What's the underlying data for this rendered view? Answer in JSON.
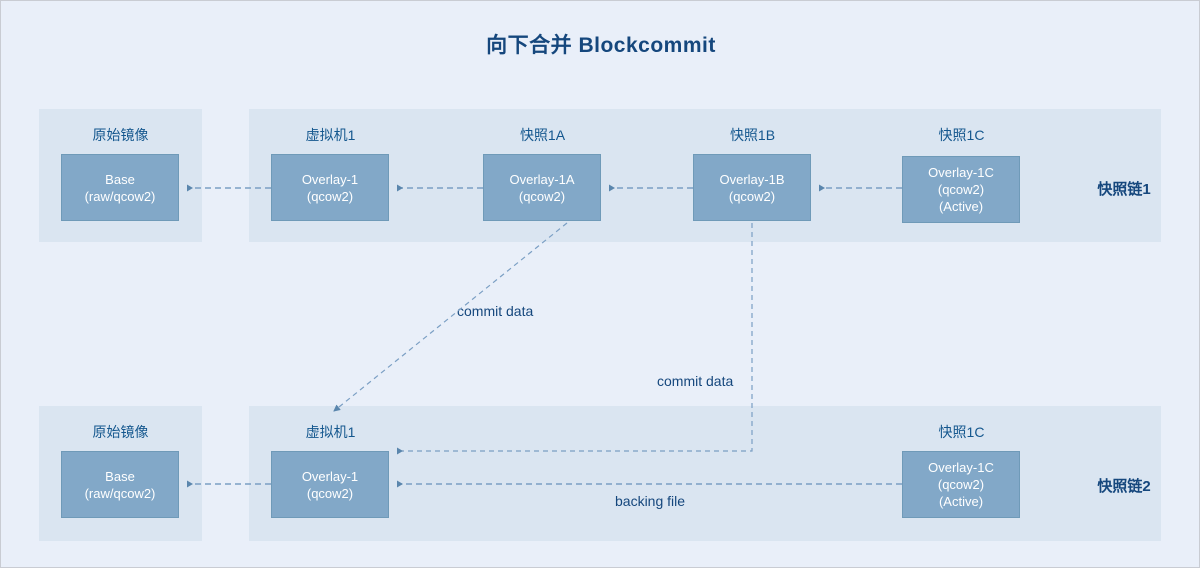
{
  "page": {
    "title": "向下合并 Blockcommit",
    "background_color": "#e9eff9",
    "panel_color": "#dae5f1",
    "node_color": "#82a8c8",
    "accent_color": "#15477d",
    "caption_color": "#14578e",
    "wire_color": "#7b9fc4"
  },
  "chain1": {
    "label": "快照链1",
    "groups": [
      {
        "caption": "原始镜像"
      },
      {
        "caption": "虚拟机1"
      },
      {
        "caption": "快照1A"
      },
      {
        "caption": "快照1B"
      },
      {
        "caption": "快照1C"
      }
    ],
    "nodes": [
      {
        "name": "base",
        "l1": "Base",
        "l2": "(raw/qcow2)",
        "l3": ""
      },
      {
        "name": "overlay1",
        "l1": "Overlay-1",
        "l2": "(qcow2)",
        "l3": ""
      },
      {
        "name": "overlay1a",
        "l1": "Overlay-1A",
        "l2": "(qcow2)",
        "l3": ""
      },
      {
        "name": "overlay1b",
        "l1": "Overlay-1B",
        "l2": "(qcow2)",
        "l3": ""
      },
      {
        "name": "overlay1c",
        "l1": "Overlay-1C",
        "l2": "(qcow2)",
        "l3": "(Active)"
      }
    ]
  },
  "chain2": {
    "label": "快照链2",
    "groups": [
      {
        "caption": "原始镜像"
      },
      {
        "caption": "虚拟机1"
      },
      {
        "caption": "快照1C"
      }
    ],
    "nodes": [
      {
        "name": "base2",
        "l1": "Base",
        "l2": "(raw/qcow2)",
        "l3": ""
      },
      {
        "name": "overlay1_2",
        "l1": "Overlay-1",
        "l2": "(qcow2)",
        "l3": ""
      },
      {
        "name": "overlay1c_2",
        "l1": "Overlay-1C",
        "l2": "(qcow2)",
        "l3": "(Active)"
      }
    ]
  },
  "edges": {
    "commit_data_a": "commit data",
    "commit_data_b": "commit data",
    "backing_file": "backing file"
  }
}
